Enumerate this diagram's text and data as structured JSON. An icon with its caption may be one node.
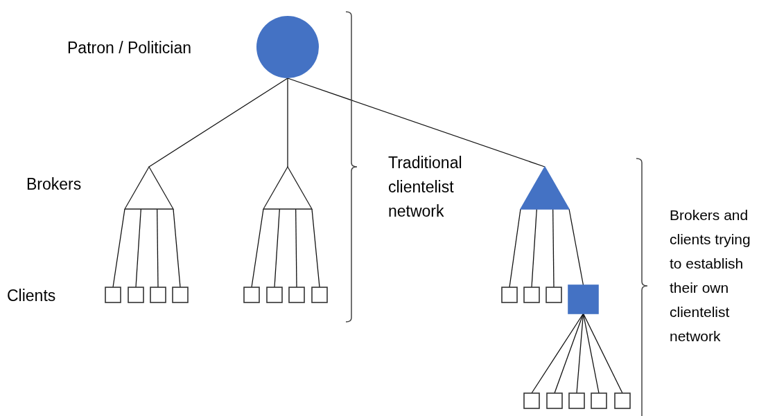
{
  "diagram": {
    "nodes": [
      {
        "text": [],
        "shape": "circle"
      },
      {
        "text": [],
        "shape": "triangle"
      },
      {
        "text": [],
        "shape": "triangle"
      },
      {
        "text": [],
        "shape": "triangle"
      },
      {
        "text": [],
        "shape": "box"
      },
      {
        "text": [],
        "shape": "box"
      },
      {
        "text": [],
        "shape": "box"
      },
      {
        "text": [],
        "shape": "box"
      },
      {
        "text": [],
        "shape": "box"
      },
      {
        "text": [],
        "shape": "box"
      },
      {
        "text": [],
        "shape": "box"
      },
      {
        "text": [],
        "shape": "box"
      },
      {
        "text": [],
        "shape": "box"
      },
      {
        "text": [],
        "shape": "box"
      },
      {
        "text": [],
        "shape": "box"
      },
      {
        "text": [],
        "shape": "box"
      },
      {
        "text": [],
        "shape": "box"
      },
      {
        "text": [],
        "shape": "box"
      },
      {
        "text": [],
        "shape": "box"
      },
      {
        "text": [],
        "shape": "box"
      },
      {
        "text": [],
        "shape": "box"
      }
    ],
    "edges": [
      {
        "from": 0,
        "to": 1,
        "arrow": "none"
      },
      {
        "from": 0,
        "to": 2,
        "arrow": "none"
      },
      {
        "from": 0,
        "to": 3,
        "arrow": "none"
      },
      {
        "from": 1,
        "to": 4,
        "arrow": "none"
      },
      {
        "from": 1,
        "to": 5,
        "arrow": "none"
      },
      {
        "from": 1,
        "to": 6,
        "arrow": "none"
      },
      {
        "from": 1,
        "to": 7,
        "arrow": "none"
      },
      {
        "from": 2,
        "to": 8,
        "arrow": "none"
      },
      {
        "from": 2,
        "to": 9,
        "arrow": "none"
      },
      {
        "from": 2,
        "to": 10,
        "arrow": "none"
      },
      {
        "from": 2,
        "to": 11,
        "arrow": "none"
      },
      {
        "from": 3,
        "to": 12,
        "arrow": "none"
      },
      {
        "from": 3,
        "to": 13,
        "arrow": "none"
      },
      {
        "from": 3,
        "to": 14,
        "arrow": "none"
      },
      {
        "from": 3,
        "to": 15,
        "arrow": "none"
      },
      {
        "from": 15,
        "to": 16,
        "arrow": "none"
      },
      {
        "from": 15,
        "to": 17,
        "arrow": "none"
      },
      {
        "from": 15,
        "to": 18,
        "arrow": "none"
      },
      {
        "from": 15,
        "to": 19,
        "arrow": "none"
      },
      {
        "from": 15,
        "to": 20,
        "arrow": "none"
      }
    ],
    "labels": [
      "Patron / Politician",
      "Traditional clientelist network",
      "Brokers",
      "Brokers and clients trying to establish their own clientelist network",
      "Clients"
    ]
  }
}
